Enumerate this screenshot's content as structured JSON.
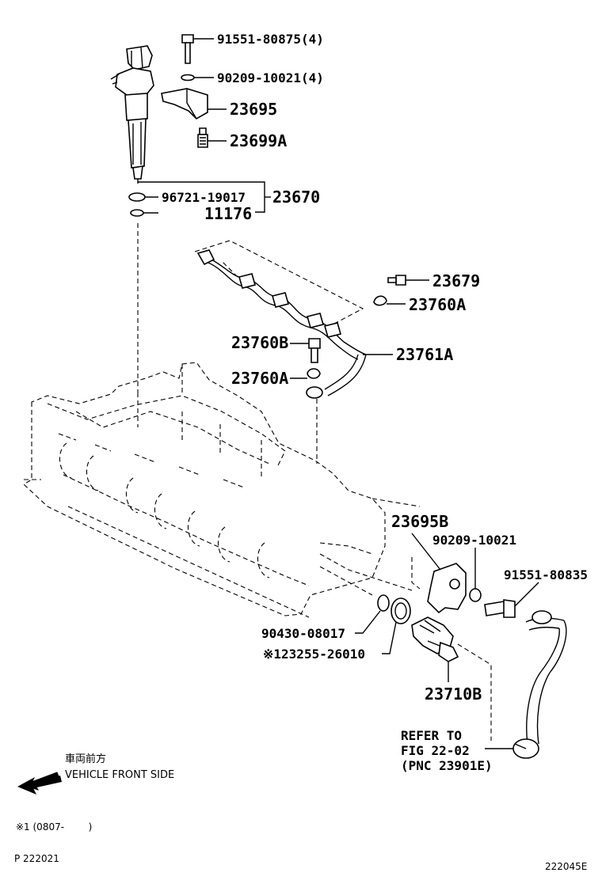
{
  "callouts": {
    "bolt_top": "91551-80875(4)",
    "washer_top": "90209-10021(4)",
    "clamp": "23695",
    "sensor_small": "23699A",
    "gasket": "96721-19017",
    "injector_assy": "23670",
    "seal": "11176",
    "union_bolt_right": "23679",
    "gasket_right": "23760A",
    "union_bolt_left": "23760B",
    "gasket_left": "23760A",
    "leak_pipe": "23761A",
    "bracket": "23695B",
    "washer_bracket": "90209-10021",
    "bolt_bracket": "91551-80835",
    "ring_small": "90430-08017",
    "ring_large": "※123255-26010",
    "valve": "23710B",
    "refer_line1": "REFER TO",
    "refer_line2": "FIG 22-02",
    "refer_line3": "(PNC 23901E)"
  },
  "direction": {
    "japanese": "車両前方",
    "english": "VEHICLE FRONT SIDE"
  },
  "footnote": "※1 (0807-        )",
  "page_code": "P 222021",
  "figure_code": "222045E"
}
